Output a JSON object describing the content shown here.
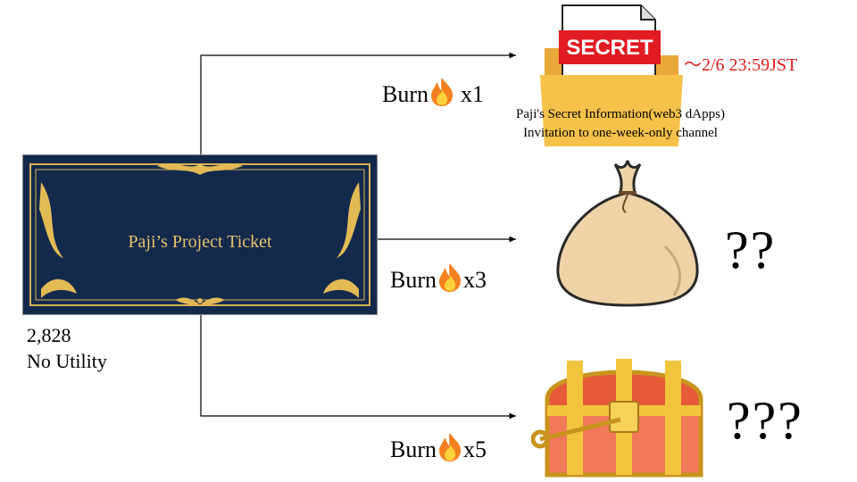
{
  "ticket": {
    "title": "Paji’s Project Ticket",
    "count": "2,828",
    "status": "No Utility"
  },
  "rewards": [
    {
      "burn_label": "Burn",
      "multiplier": "x1",
      "stamp": "SECRET",
      "deadline": "～2/6 23:59JST",
      "line1": "Paji's Secret Information(web3 dApps)",
      "line2": "Invitation to one-week-only channel"
    },
    {
      "burn_label": "Burn",
      "multiplier": "x3",
      "reveal": "??"
    },
    {
      "burn_label": "Burn",
      "multiplier": "x5",
      "reveal": "???"
    }
  ],
  "colors": {
    "navy": "#13294b",
    "gold": "#e8c36a",
    "deadline_red": "#e02020",
    "folder": "#f6c24a"
  }
}
